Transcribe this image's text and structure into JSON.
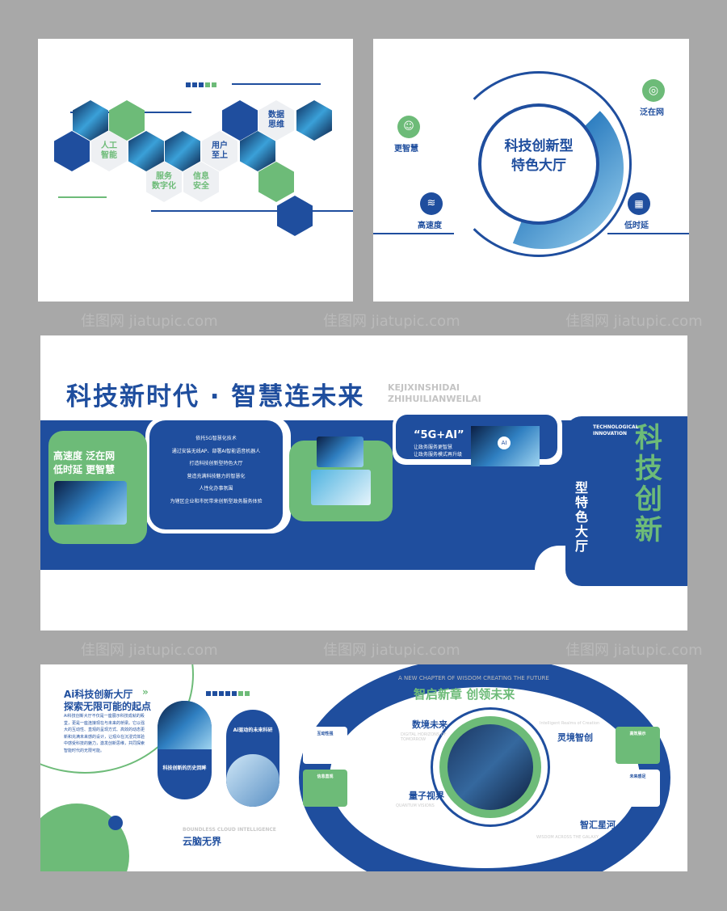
{
  "panel1": {
    "hexes": [
      "人工\n智能",
      "用户\n至上",
      "数据\n思维",
      "服务\n数字化",
      "信息\n安全"
    ]
  },
  "panel2": {
    "center_title_1": "科技创新型",
    "center_title_2": "特色大厅",
    "features": [
      {
        "label": "更智慧",
        "icon": "robot-icon"
      },
      {
        "label": "泛在网",
        "icon": "globe-icon"
      },
      {
        "label": "高速度",
        "icon": "wifi-icon"
      },
      {
        "label": "低时延",
        "icon": "calendar-icon"
      }
    ]
  },
  "panel3": {
    "title": "科技新时代 · 智慧连未来",
    "pinyin_1": "KEJIXINSHIDAI",
    "pinyin_2": "ZHIHUILIANWEILAI",
    "slogan_1": "高速度  泛在网",
    "slogan_2": "低时延  更智慧",
    "body_lines": [
      "依托5G智慧化技术",
      "通过安装无线AP、部署AI智能语音机器人",
      "打造科技创新型特色大厅",
      "营造充满科技魅力的智慧化",
      "人性化办事氛围",
      "为辖区企业和市民带来创新型政务服务体验"
    ],
    "fivegai": "“5G+AI”",
    "fivegai_lines": [
      "让政务服务更智慧",
      "让政务服务模式再升级"
    ],
    "ai_badge": "AI",
    "vertical_green": "科技创新",
    "vertical_white": "型特色大厅",
    "en_1": "TECHNOLOGICAL",
    "en_2": "INNOVATION"
  },
  "panel4": {
    "heading_1": "Ai科技创新大厅",
    "heading_2": "探索无限可能的起点",
    "paragraph": "Ai科技创新大厅不仅是一座展示科技成就的殿堂，更是一座连接现在与未来的桥梁。它以强大的互动性、直观的呈现方式、高效的动态更新和充满未来感的设计，让观众在沉浸式体验中感受科技的魅力，激发创新思维，共同探索智能时代的无限可能。",
    "card1_title": "科技创新的历史回眸",
    "card2_title": "Ai驱动的未来科研",
    "cloud_en": "BOUNDLESS CLOUD INTELLIGENCE",
    "cloud_cn": "云脑无界",
    "ring_en": "A NEW CHAPTER OF WISDOM CREATING THE FUTURE",
    "ring_cn": "智启新章  创领未来",
    "items": [
      {
        "cn": "数境未来",
        "en": "DIGITAL HORIZONS OF TOMORROW"
      },
      {
        "cn": "量子视界",
        "en": "QUANTUM VISIONS"
      },
      {
        "cn": "灵境智创",
        "en": "Intelligent Realms of Creation"
      },
      {
        "cn": "智汇星河",
        "en": "WISDOM ACROSS THE GALAXY"
      }
    ],
    "boxes": [
      "互动性强",
      "信息直观",
      "高效展示",
      "未来感足"
    ]
  },
  "watermark": "佳图网 jiatupic.com",
  "colors": {
    "blue": "#1f4e9e",
    "green": "#6dbb78",
    "background": "#a8a8a8"
  }
}
